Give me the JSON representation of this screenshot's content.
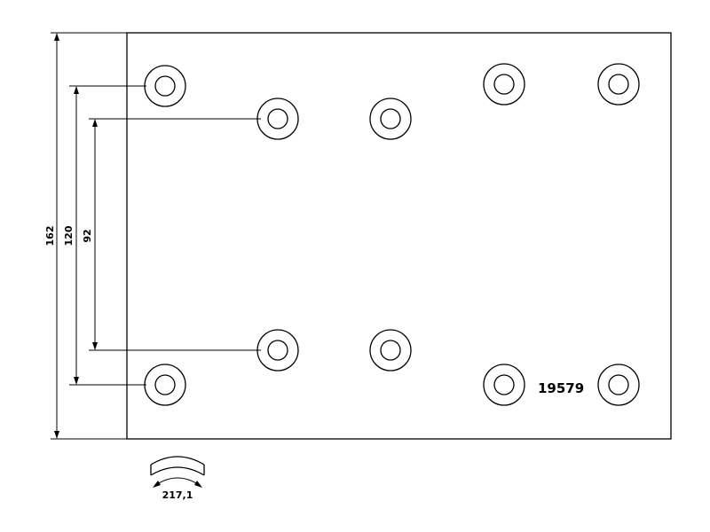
{
  "part_number": "19579",
  "dimensions": {
    "overall_height": "162",
    "outer_hole_spacing": "120",
    "inner_hole_spacing": "92",
    "arc_length": "217,1"
  },
  "holes": {
    "count": 10
  }
}
